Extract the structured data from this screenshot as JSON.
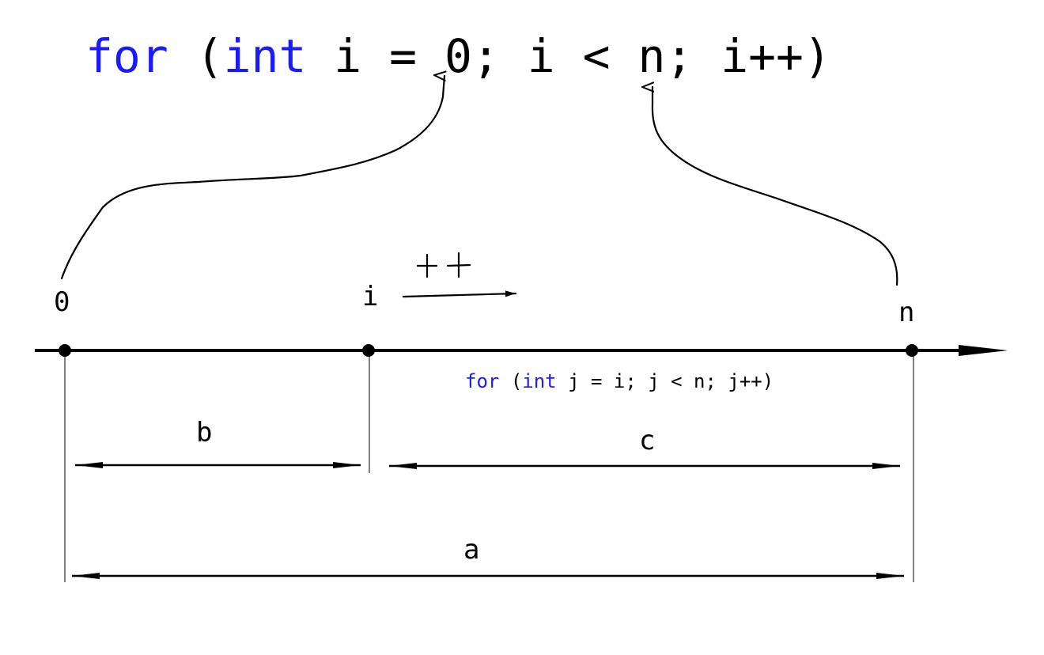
{
  "colors": {
    "keyword": "#1a1aff",
    "text": "#000000",
    "background": "#ffffff"
  },
  "outer_loop": {
    "kw_for": "for",
    "paren_open": "(",
    "kw_int": "int",
    "init_var": "i",
    "assign": "=",
    "init_value": "0;",
    "cond_var": "i",
    "cond_op": "<",
    "cond_limit": "n;",
    "increment": "i++)"
  },
  "inner_loop": {
    "kw_for": "for",
    "paren_open": "(",
    "kw_int": "int",
    "rest": "j = i; j < n; j++)"
  },
  "number_line": {
    "point_start": "0",
    "point_current": "i",
    "point_end": "n",
    "step_label": "++"
  },
  "segments": {
    "left": "b",
    "right": "c",
    "total": "a"
  }
}
